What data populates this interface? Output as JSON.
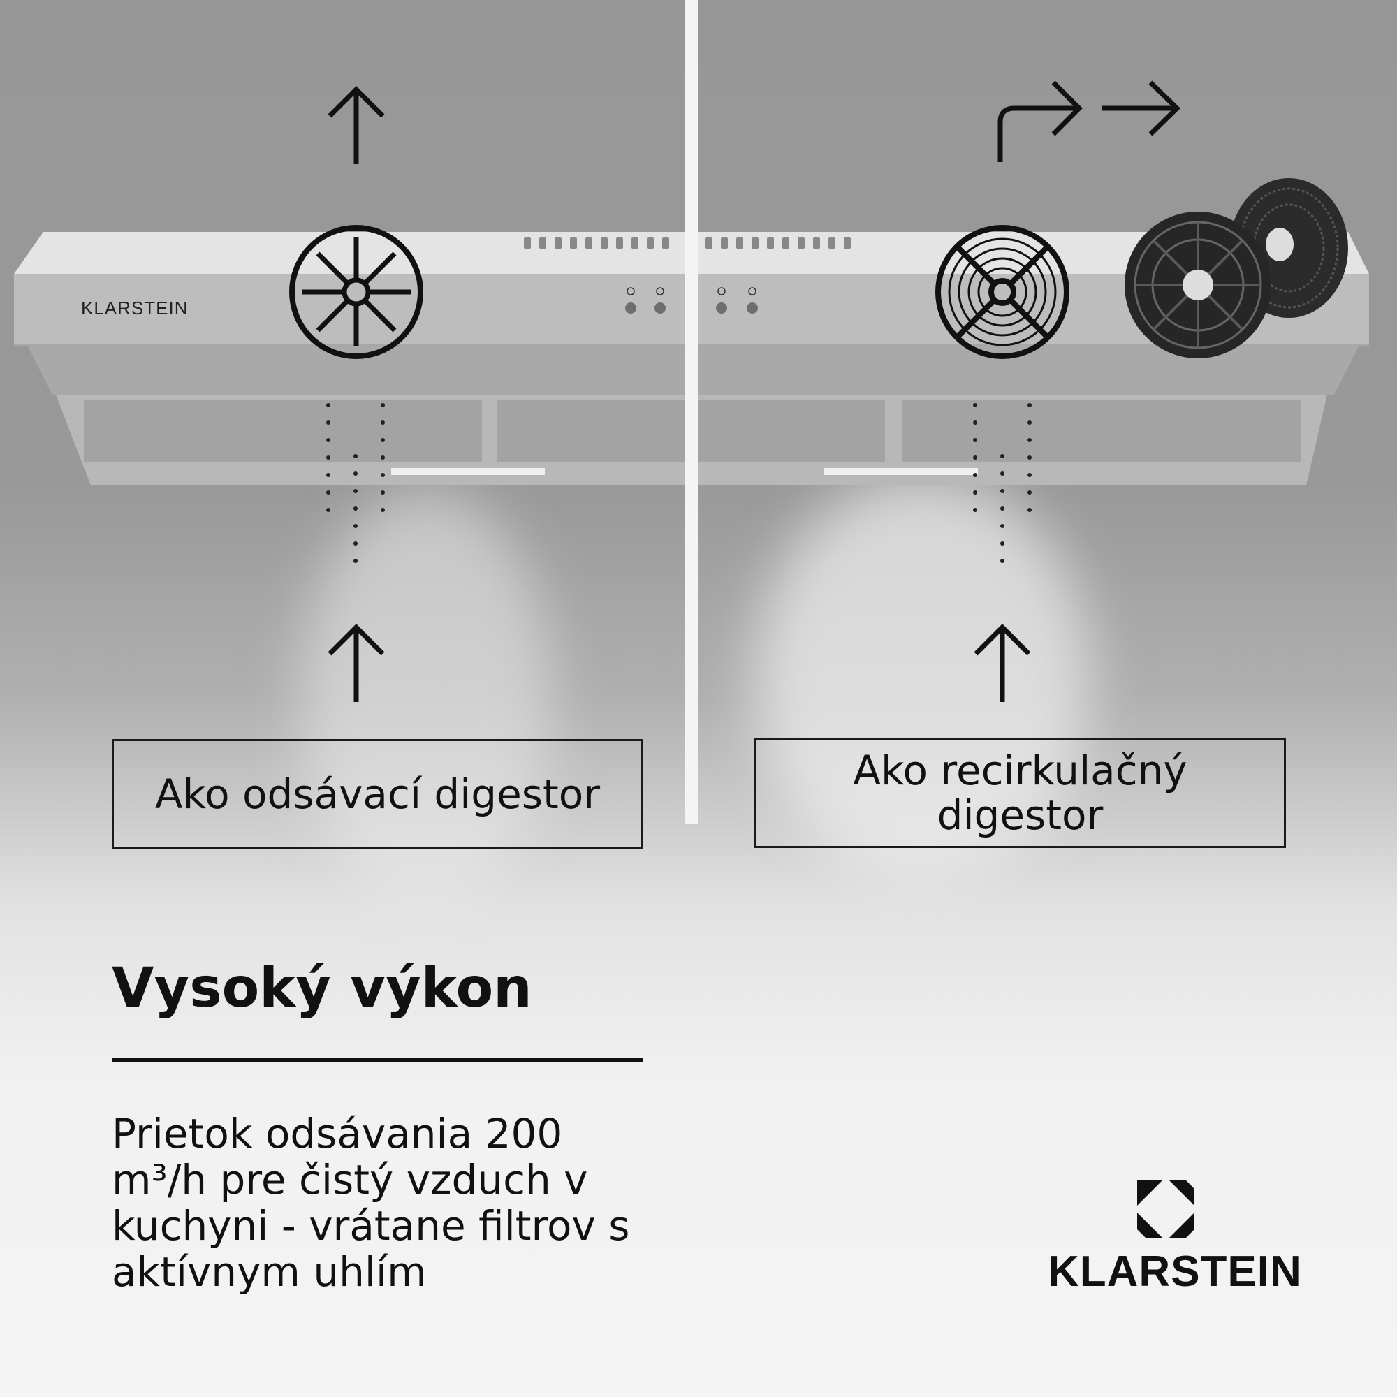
{
  "hood": {
    "brand_label": "KLARSTEIN",
    "control_icons": [
      "power-icon",
      "fan-low-icon",
      "fan-mid-icon",
      "fan-high-icon",
      "light-icon"
    ]
  },
  "left_panel": {
    "mode_label": "Ako odsávací digestor",
    "icons": [
      "arrow-up-icon",
      "fan-icon",
      "arrow-up-icon"
    ]
  },
  "right_panel": {
    "mode_label": "Ako recirkulačný digestor",
    "icons": [
      "arrow-turn-right-icon",
      "arrow-right-icon",
      "fan-grille-icon",
      "carbon-filter-icon",
      "arrow-up-icon"
    ]
  },
  "feature": {
    "title": "Vysoký výkon",
    "description": "Prietok odsávania 200 m³/h pre čistý vzduch v kuchyni - vrátane filtrov s aktívnym uhlím"
  },
  "logo": {
    "brand": "KLARSTEIN"
  },
  "colors": {
    "background_top": "#979797",
    "background_bottom": "#f4f4f4",
    "text": "#111111",
    "hood_front": "#bdbdbd",
    "hood_top": "#e4e4e4"
  }
}
